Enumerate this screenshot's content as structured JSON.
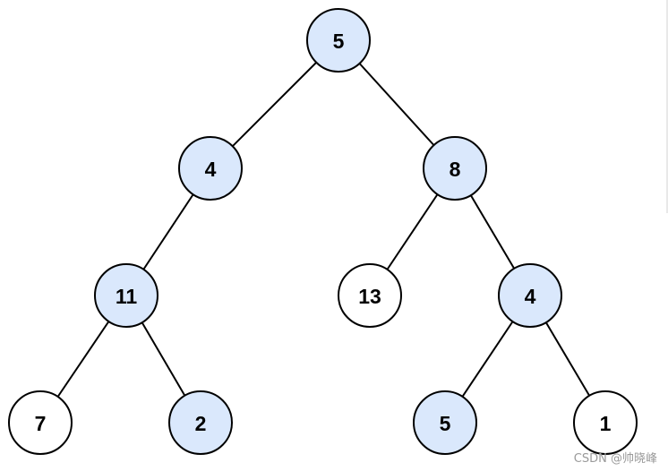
{
  "tree": {
    "colors": {
      "highlight_fill": "#dae8fc",
      "normal_fill": "#ffffff",
      "stroke": "#000000"
    },
    "nodes": [
      {
        "id": "n1",
        "label": "5",
        "highlighted": true
      },
      {
        "id": "n2",
        "label": "4",
        "highlighted": true
      },
      {
        "id": "n3",
        "label": "8",
        "highlighted": true
      },
      {
        "id": "n4",
        "label": "11",
        "highlighted": true
      },
      {
        "id": "n5",
        "label": "13",
        "highlighted": false
      },
      {
        "id": "n6",
        "label": "4",
        "highlighted": true
      },
      {
        "id": "n7",
        "label": "7",
        "highlighted": false
      },
      {
        "id": "n8",
        "label": "2",
        "highlighted": true
      },
      {
        "id": "n9",
        "label": "5",
        "highlighted": true
      },
      {
        "id": "n10",
        "label": "1",
        "highlighted": false
      }
    ],
    "edges": [
      {
        "from": "n1",
        "to": "n2"
      },
      {
        "from": "n1",
        "to": "n3"
      },
      {
        "from": "n2",
        "to": "n4"
      },
      {
        "from": "n3",
        "to": "n5"
      },
      {
        "from": "n3",
        "to": "n6"
      },
      {
        "from": "n4",
        "to": "n7"
      },
      {
        "from": "n4",
        "to": "n8"
      },
      {
        "from": "n6",
        "to": "n9"
      },
      {
        "from": "n6",
        "to": "n10"
      }
    ]
  },
  "watermark": "CSDN @帅晓峰"
}
